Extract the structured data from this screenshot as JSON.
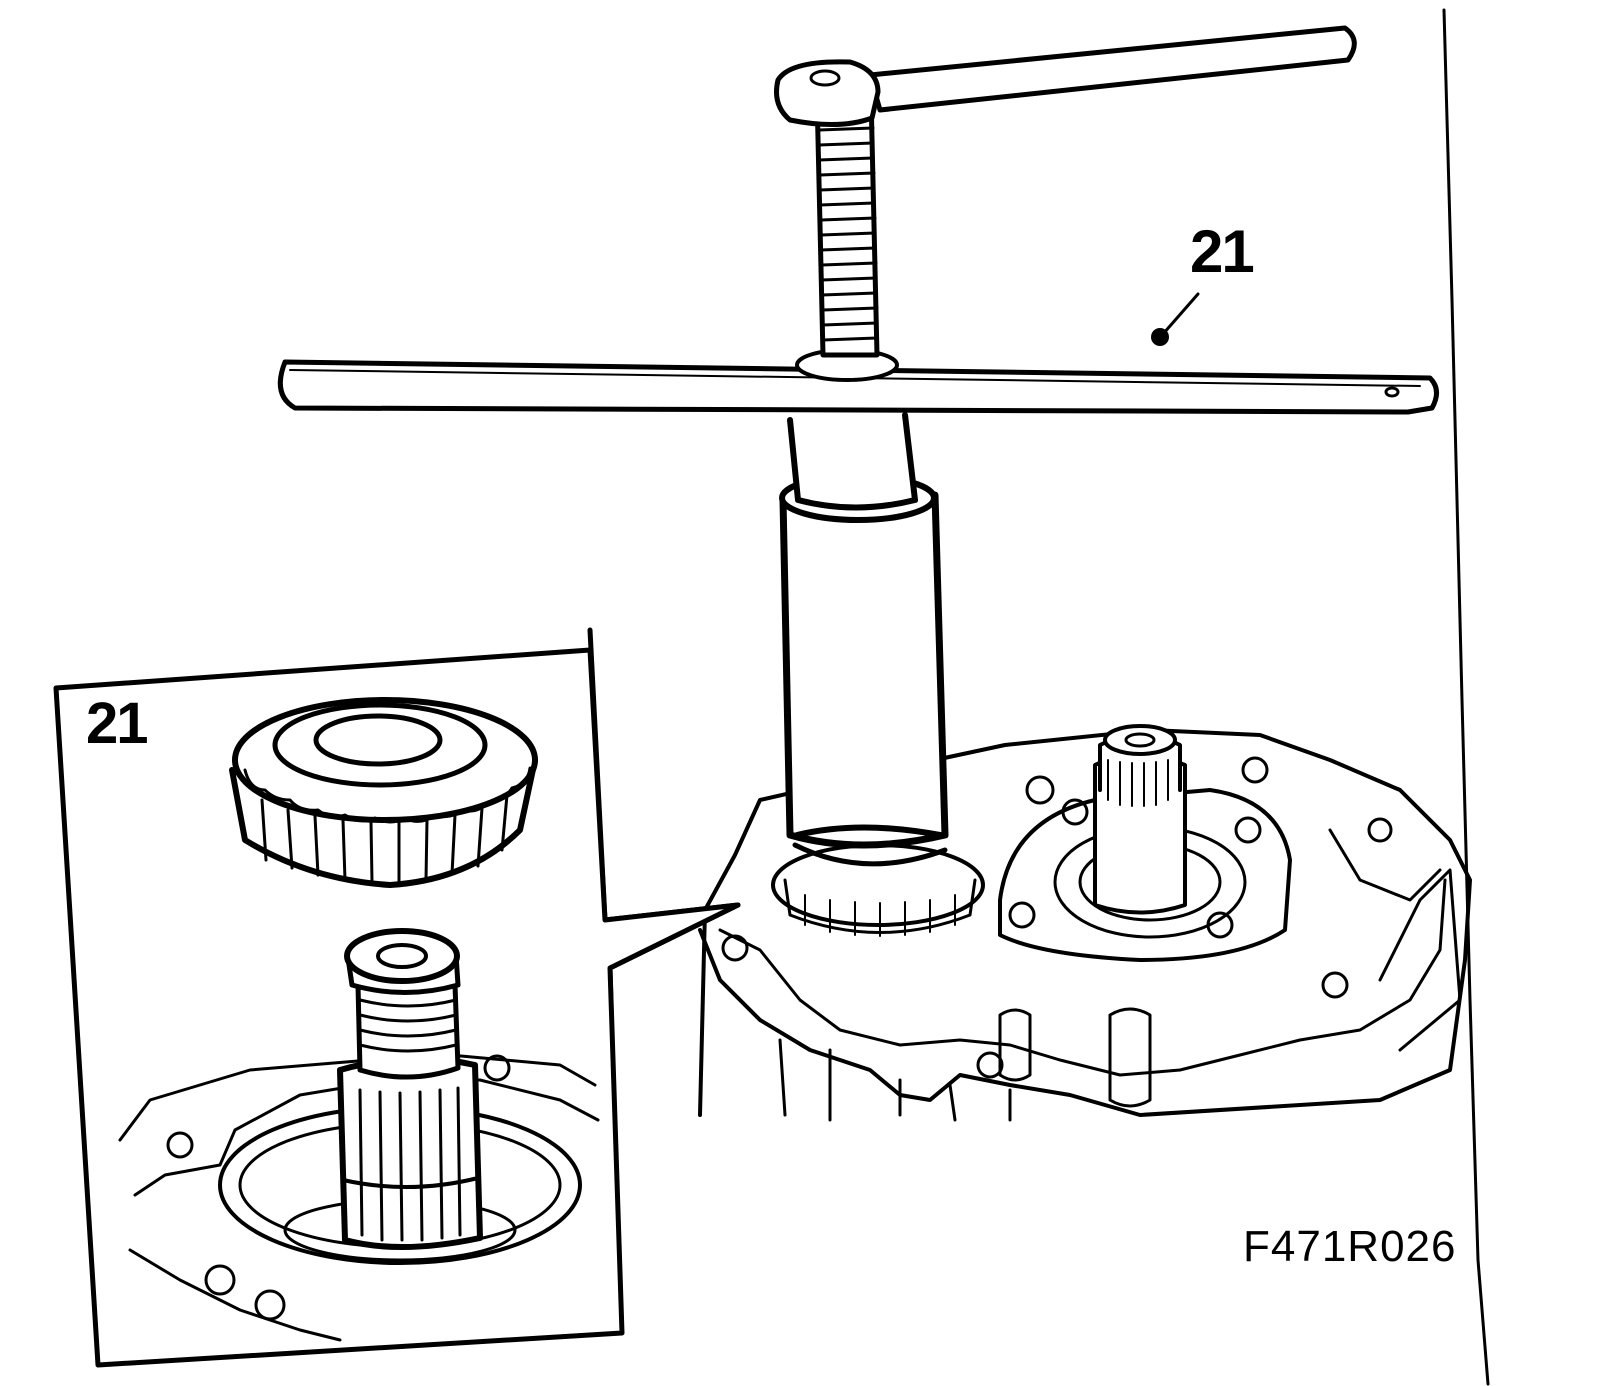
{
  "callouts": {
    "main": "21",
    "inset": "21"
  },
  "figure_code": "F471R026",
  "colors": {
    "line": "#000000",
    "background": "#ffffff"
  }
}
